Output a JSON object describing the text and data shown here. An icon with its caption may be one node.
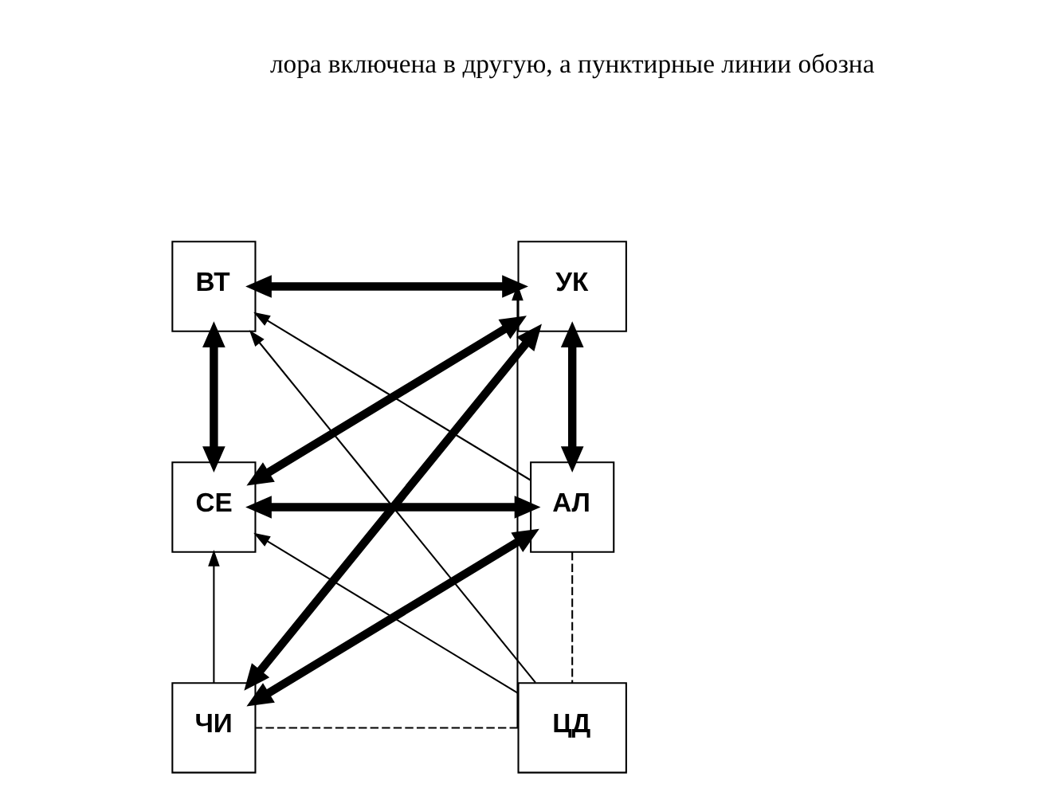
{
  "diagram": {
    "nodes": [
      {
        "text": [
          "УК"
        ]
      },
      {
        "text": [
          "ВТ"
        ]
      },
      {
        "text": [
          "АЛ"
        ]
      },
      {
        "text": [
          "СЕ"
        ]
      },
      {
        "text": [
          "ЦД"
        ]
      },
      {
        "text": [
          "ЧИ"
        ]
      }
    ],
    "edges": [
      {
        "from": 0,
        "to": 1,
        "arrow": "both",
        "style": "thick"
      },
      {
        "from": 0,
        "to": 2,
        "arrow": "both",
        "style": "thick"
      },
      {
        "from": 1,
        "to": 3,
        "arrow": "both",
        "style": "thick"
      },
      {
        "from": 2,
        "to": 3,
        "arrow": "both",
        "style": "thick"
      },
      {
        "from": 0,
        "to": 3,
        "arrow": "both",
        "style": "thick"
      },
      {
        "from": 0,
        "to": 5,
        "arrow": "both",
        "style": "thick"
      },
      {
        "from": 2,
        "to": 5,
        "arrow": "both",
        "style": "thick"
      },
      {
        "from": 2,
        "to": 1,
        "arrow": "to"
      },
      {
        "from": 4,
        "to": 1,
        "arrow": "to"
      },
      {
        "from": 4,
        "to": 3,
        "arrow": "to"
      },
      {
        "from": 5,
        "to": 3,
        "arrow": "to"
      },
      {
        "from": 4,
        "to": 0,
        "arrow": "to"
      },
      {
        "from": 2,
        "to": 4,
        "arrow": "none",
        "style": "dashed"
      },
      {
        "from": 4,
        "to": 5,
        "arrow": "none",
        "style": "dashed"
      }
    ],
    "labels": [
      "лора включена в другую, а пунктирные линии обозна"
    ]
  }
}
